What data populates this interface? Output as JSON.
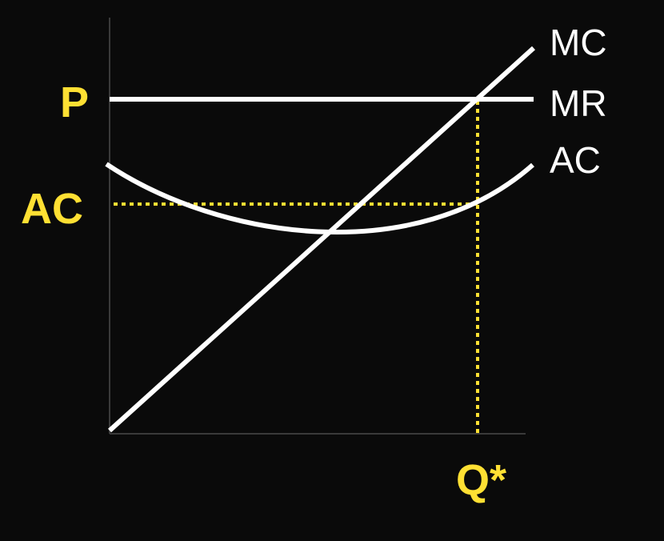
{
  "colors": {
    "background": "#0a0a0a",
    "curves": "#ffffff",
    "highlight": "#ffe033",
    "axes": "#3a3a3a"
  },
  "labels": {
    "mc": "MC",
    "mr": "MR",
    "ac_curve": "AC",
    "price": "P",
    "avg_cost": "AC",
    "quantity": "Q*"
  }
}
